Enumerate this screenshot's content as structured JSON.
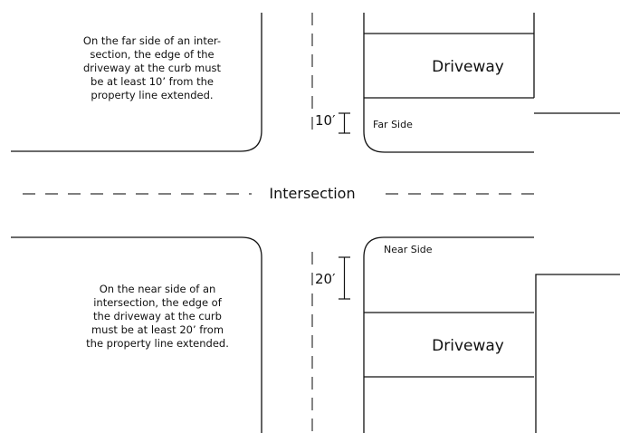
{
  "labels": {
    "far_note_lines": [
      "On the far side of an inter-",
      "section, the edge of the",
      "driveway at the curb must",
      "be at least 10’ from the",
      "property line extended."
    ],
    "near_note_lines": [
      "On the near side of an",
      "intersection, the edge of",
      "the driveway at the curb",
      "must be at least 20’ from",
      "the property line extended."
    ],
    "driveway_top": "Driveway",
    "driveway_bottom": "Driveway",
    "intersection": "Intersection",
    "far_side": "Far Side",
    "near_side": "Near Side",
    "dim_10": "10′",
    "dim_20": "20′"
  },
  "colors": {
    "line": "#111111",
    "dash": "#333333",
    "text": "#111111"
  }
}
